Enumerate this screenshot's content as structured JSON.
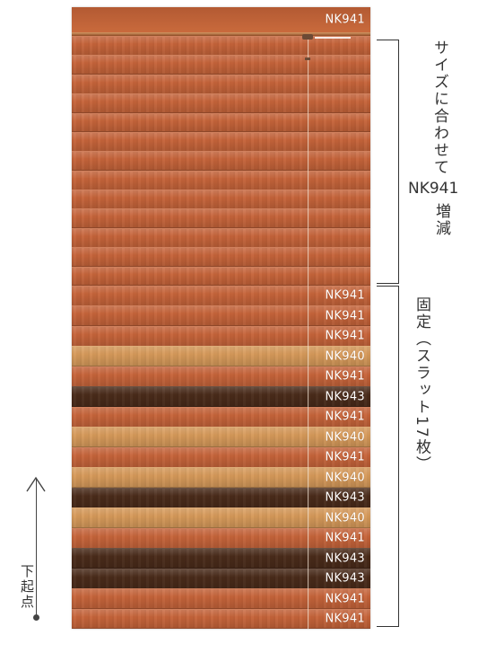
{
  "colors": {
    "NK941": "#c6643a",
    "NK940": "#d79a5a",
    "NK943": "#4a2b1a",
    "headrail": "#b35a33",
    "label": "#ffffff"
  },
  "blind": {
    "headrail_label": "NK941",
    "adjustable_slat_count": 13,
    "fixed_slats": [
      {
        "code": "NK941"
      },
      {
        "code": "NK941"
      },
      {
        "code": "NK941"
      },
      {
        "code": "NK940"
      },
      {
        "code": "NK941"
      },
      {
        "code": "NK943"
      },
      {
        "code": "NK941"
      },
      {
        "code": "NK940"
      },
      {
        "code": "NK941"
      },
      {
        "code": "NK940"
      },
      {
        "code": "NK943"
      },
      {
        "code": "NK940"
      },
      {
        "code": "NK941"
      },
      {
        "code": "NK943"
      },
      {
        "code": "NK943"
      },
      {
        "code": "NK941"
      },
      {
        "code": "NK941"
      }
    ]
  },
  "annotations": {
    "increase_text_1": "サイズに合わせて",
    "increase_code": "NK941",
    "increase_text_2": "増減",
    "fixed_text": "固定（スラット17枚）",
    "origin_text": "下起点"
  }
}
